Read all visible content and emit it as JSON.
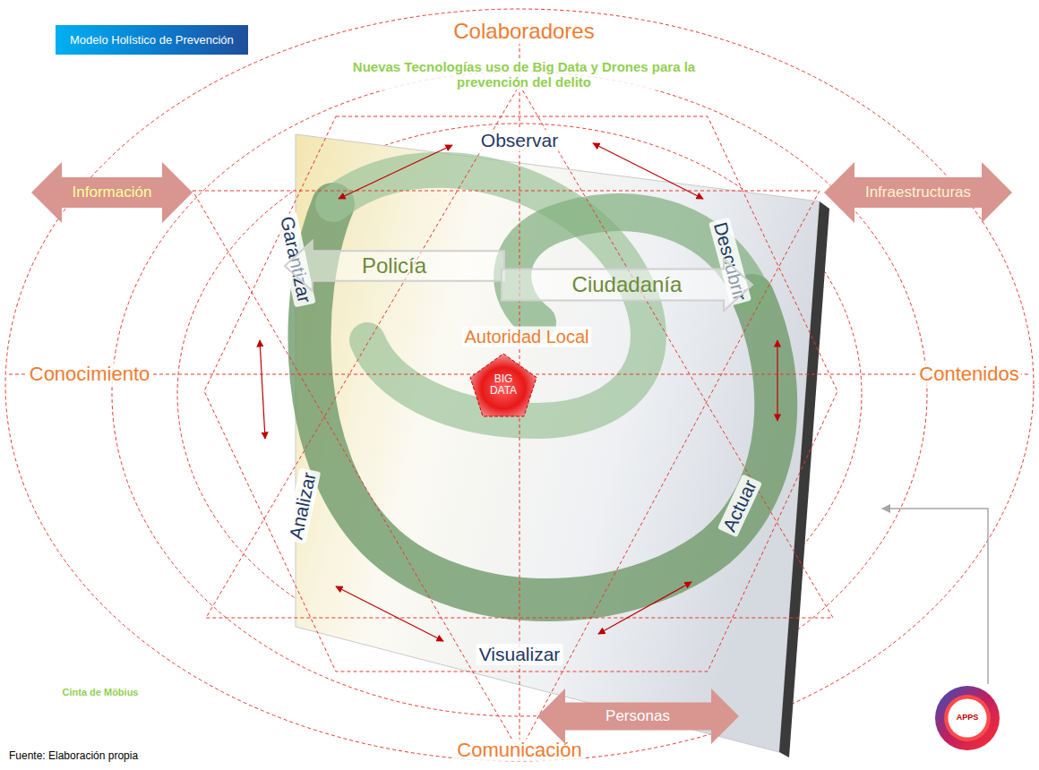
{
  "diagram": {
    "title": "Modelo Holístico de Prevención",
    "caption": "Fuente: Elaboración propia",
    "nodes": [
      {
        "text": [
          "Información"
        ]
      },
      {
        "text": [
          "Infraestructuras"
        ]
      },
      {
        "text": [
          "Policía"
        ]
      },
      {
        "text": [
          "Ciudadanía"
        ]
      },
      {
        "text": [
          "BIG DATA"
        ]
      },
      {
        "text": [
          "Personas"
        ]
      },
      {
        "text": [
          "APPS"
        ]
      }
    ],
    "labels": [
      "Colaboradores",
      "Nuevas Tecnologías uso de Big Data y Drones para la prevención del delito",
      "Observar",
      "Garantizar",
      "Descubrir",
      "Conocimiento",
      "Autoridad Local",
      "Contenidos",
      "Analizar",
      "Actuar",
      "Visualizar",
      "Cinta de Möbius",
      "Comunicación"
    ]
  }
}
